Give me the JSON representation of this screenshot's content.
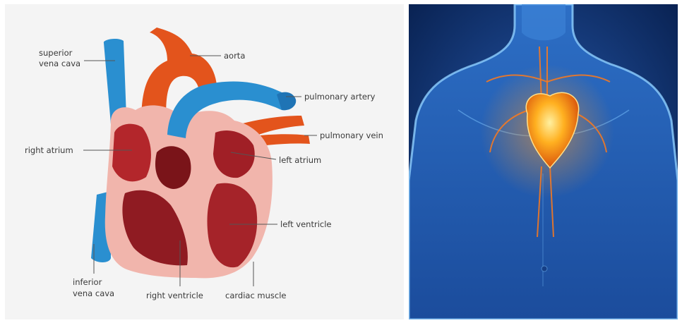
{
  "left_diagram": {
    "labels": {
      "superior_vena_cava_1": "superior",
      "superior_vena_cava_2": "vena cava",
      "aorta": "aorta",
      "pulmonary_artery": "pulmonary artery",
      "pulmonary_vein": "pulmonary vein",
      "right_atrium": "right atrium",
      "left_atrium": "left atrium",
      "left_ventricle": "left ventricle",
      "inferior_vena_cava_1": "inferior",
      "inferior_vena_cava_2": "vena cava",
      "right_ventricle": "right ventricle",
      "cardiac_muscle": "cardiac muscle"
    },
    "colors": {
      "background": "#f4f4f4",
      "vena_cava": "#2a8fd0",
      "aorta": "#e3541c",
      "muscle": "#f1b5ac",
      "chamber": "#b3262b",
      "leader": "#555555"
    }
  },
  "right_illustration": {
    "colors": {
      "background": "#0b2a66",
      "body_glow": "#3d8ee0",
      "heart": "#ffb020",
      "vessels": "#ff7a1a"
    }
  }
}
